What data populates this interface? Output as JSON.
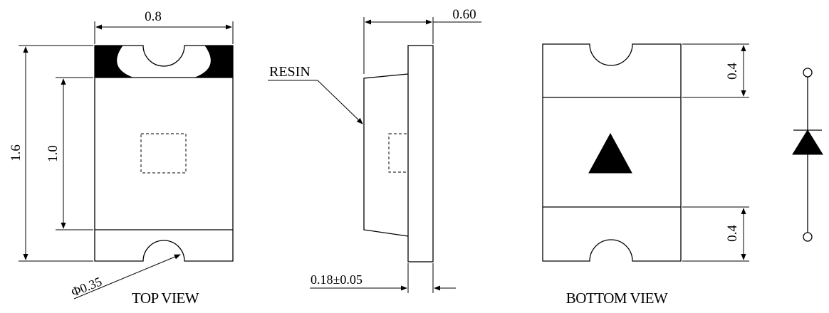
{
  "dimensions": {
    "top_width": "0.8",
    "total_length": "1.6",
    "inner_length": "1.0",
    "notch_diameter": "Φ0.35",
    "side_thickness": "0.60",
    "side_base": "0.18±0.05",
    "pad_top": "0.4",
    "pad_bottom": "0.4"
  },
  "labels": {
    "resin": "RESIN",
    "top_view": "TOP VIEW",
    "bottom_view": "BOTTOM VIEW"
  },
  "colors": {
    "line": "#000000",
    "background": "#ffffff"
  }
}
